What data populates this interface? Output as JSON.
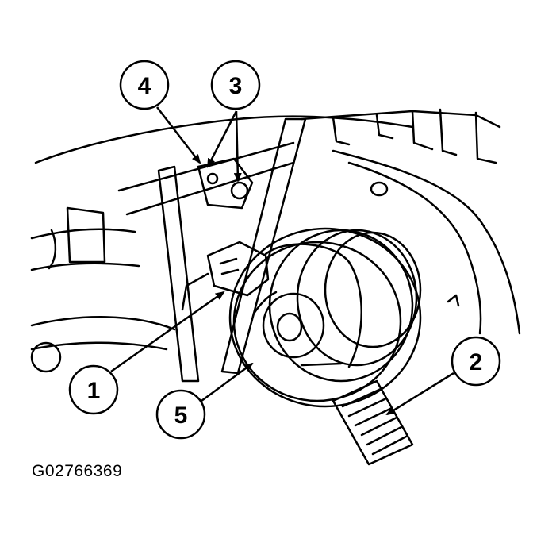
{
  "figure_id": "G02766369",
  "callouts": [
    {
      "label": "1"
    },
    {
      "label": "2"
    },
    {
      "label": "3"
    },
    {
      "label": "4"
    },
    {
      "label": "5"
    }
  ],
  "colors": {
    "line": "#000000",
    "background": "#ffffff"
  }
}
